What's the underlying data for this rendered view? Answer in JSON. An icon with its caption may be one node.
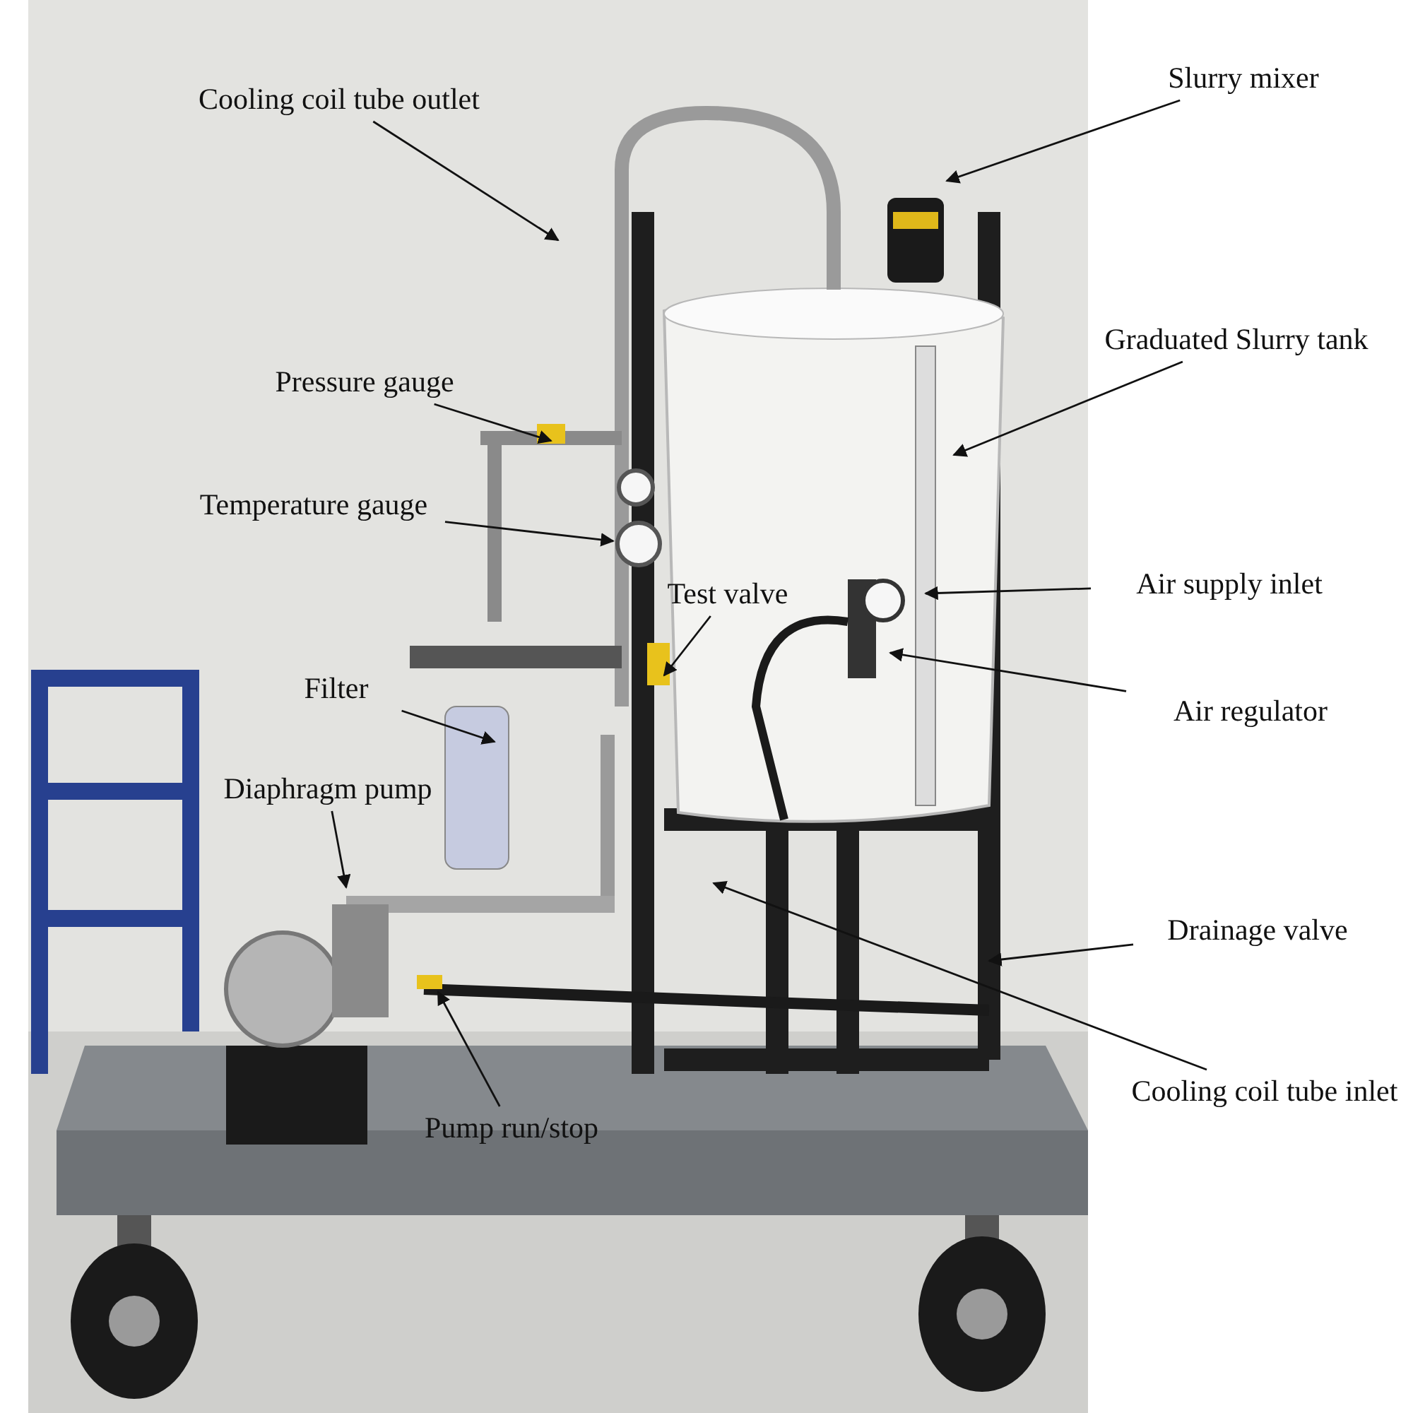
{
  "diagram": {
    "nodes": [
      {
        "text": [
          "Cooling coil tube outlet"
        ]
      },
      {
        "text": [
          "Slurry mixer"
        ]
      },
      {
        "text": [
          "Graduated Slurry tank"
        ]
      },
      {
        "text": [
          "Pressure gauge"
        ]
      },
      {
        "text": [
          "Temperature gauge"
        ]
      },
      {
        "text": [
          "Test valve"
        ]
      },
      {
        "text": [
          "Air supply inlet"
        ]
      },
      {
        "text": [
          "Filter"
        ]
      },
      {
        "text": [
          "Air regulator"
        ]
      },
      {
        "text": [
          "Diaphragm pump"
        ]
      },
      {
        "text": [
          "Drainage valve"
        ]
      },
      {
        "text": [
          "Cooling coil tube inlet"
        ]
      },
      {
        "text": [
          "Pump run/stop"
        ]
      },
      {
        "text": [],
        "shape": "circle"
      }
    ],
    "edges": [
      {
        "from": 0,
        "to": null,
        "arrow": "to"
      },
      {
        "from": 1,
        "to": null,
        "arrow": "to"
      },
      {
        "from": 2,
        "to": null,
        "arrow": "to"
      },
      {
        "from": 3,
        "to": null,
        "arrow": "to"
      },
      {
        "from": 4,
        "to": 13,
        "arrow": "to"
      },
      {
        "from": 5,
        "to": null,
        "arrow": "to"
      },
      {
        "from": 6,
        "to": null,
        "arrow": "to"
      },
      {
        "from": 7,
        "to": null,
        "arrow": "to"
      },
      {
        "from": 8,
        "to": null,
        "arrow": "to"
      },
      {
        "from": 9,
        "to": null,
        "arrow": "to"
      },
      {
        "from": 10,
        "to": null,
        "arrow": "to"
      },
      {
        "from": 11,
        "to": null,
        "arrow": "to"
      },
      {
        "from": 12,
        "to": null,
        "arrow": "to"
      }
    ]
  }
}
